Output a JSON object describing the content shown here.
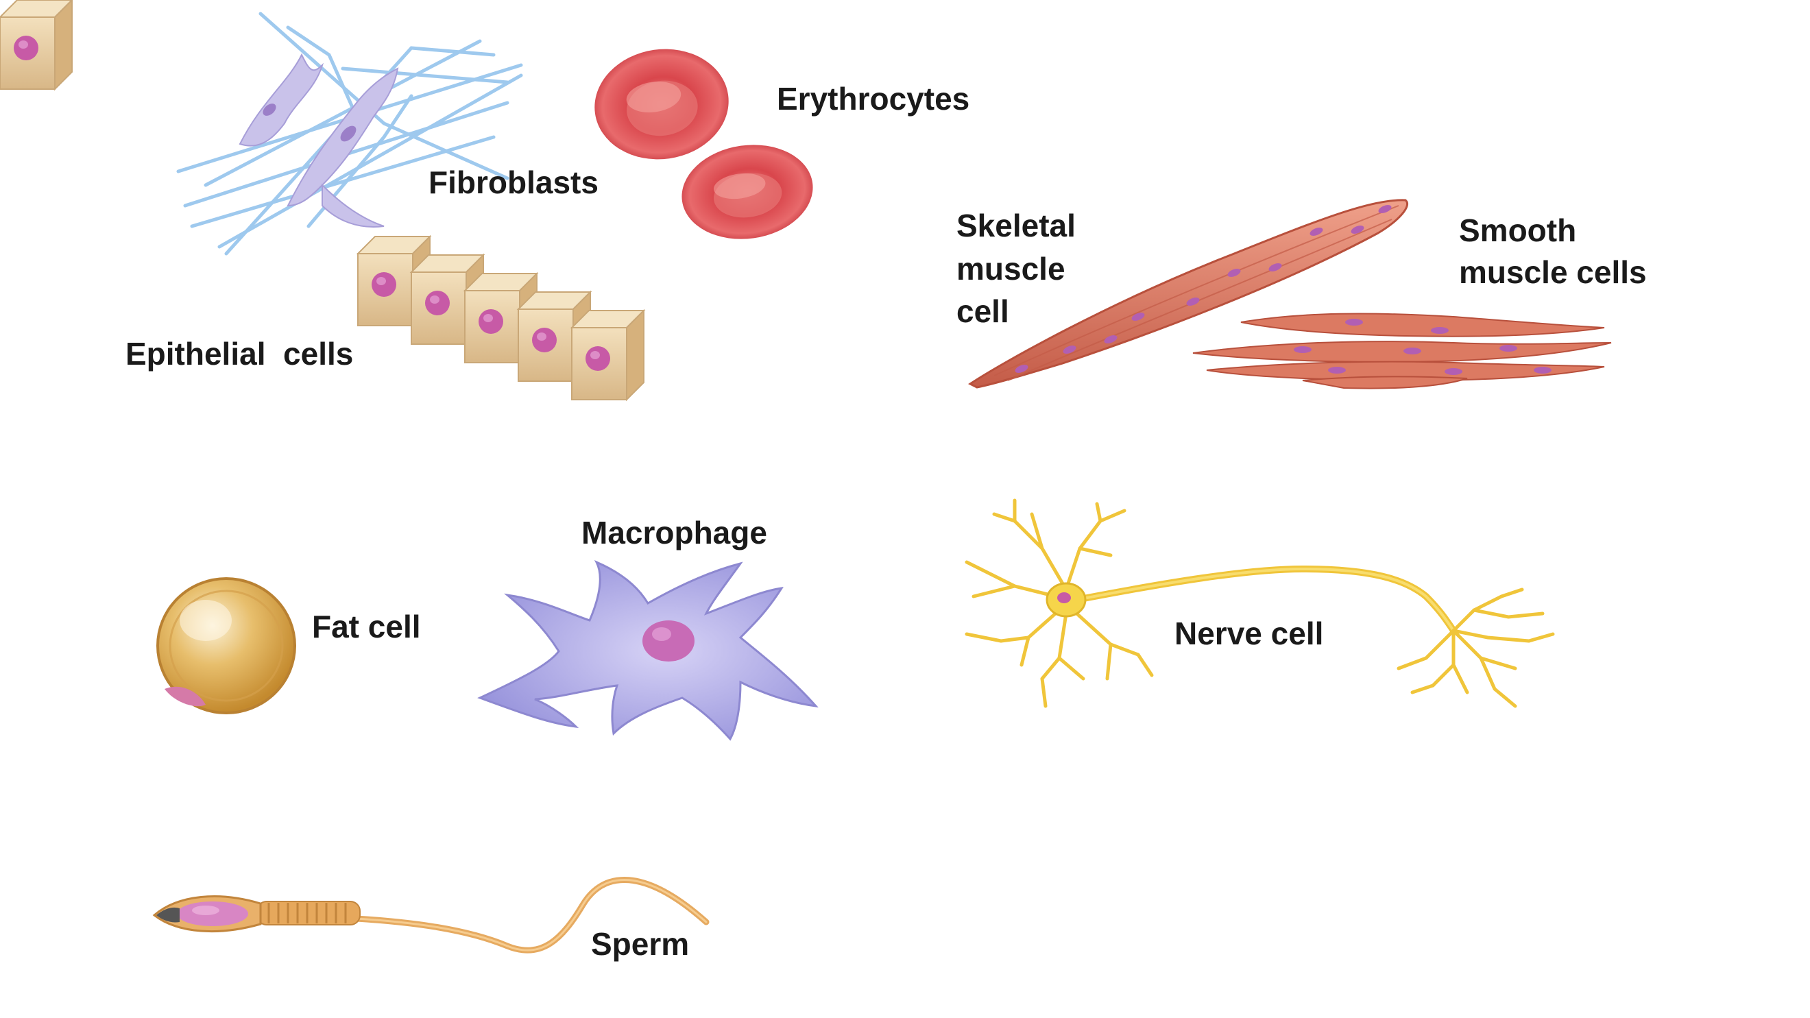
{
  "labels": {
    "erythrocytes": "Erythrocytes",
    "fibroblasts": "Fibroblasts",
    "epithelial": "Epithelial  cells",
    "skeletal": [
      "Skeletal",
      "muscle",
      "cell"
    ],
    "smooth": [
      "Smooth",
      "muscle cells"
    ],
    "macrophage": "Macrophage",
    "fat_cell": "Fat cell",
    "nerve_cell": "Nerve cell",
    "sperm": "Sperm"
  },
  "colors": {
    "fibroblast_fiber": "#9ec9ee",
    "fibroblast_cell": "#c9c2ea",
    "erythrocyte": "#e0565a",
    "epithelial": "#e8cfa4",
    "nucleus": "#c75aa6",
    "muscle": "#de7b64",
    "fat": "#e2b45a",
    "macrophage": "#aaa6e4",
    "nerve": "#f3cc3c",
    "sperm": "#e9b16a"
  }
}
